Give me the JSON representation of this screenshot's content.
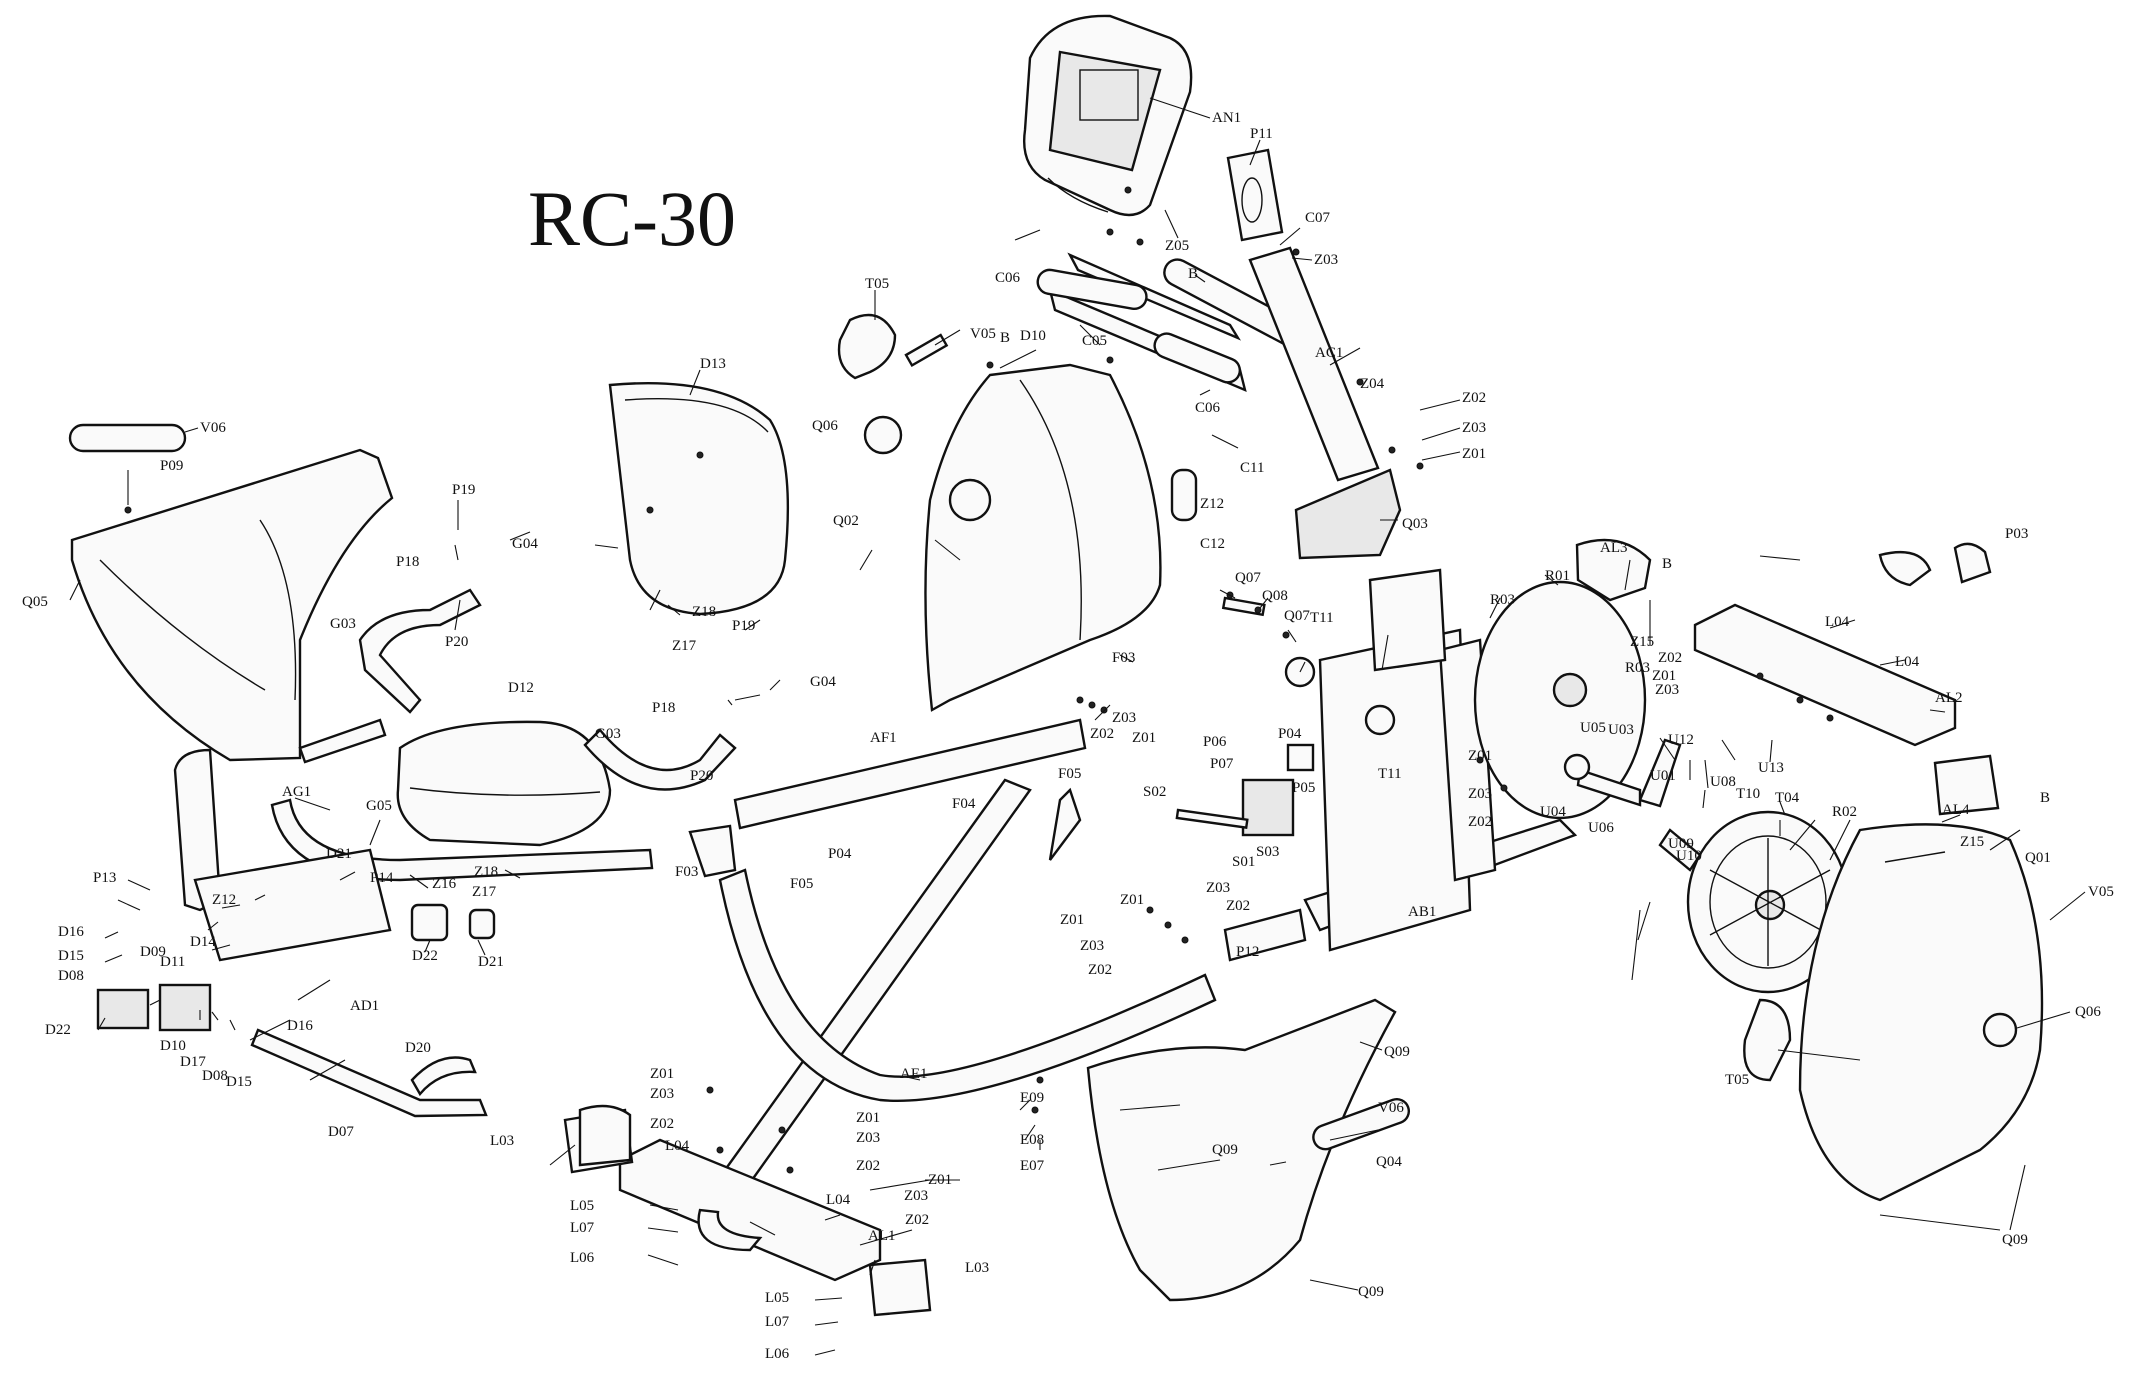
{
  "title": "RC-30",
  "callouts": {
    "AN1": "AN1",
    "P11": "P11",
    "C07": "C07",
    "Z03": "Z03",
    "Z05": "Z05",
    "C06": "C06",
    "B": "B",
    "T05": "T05",
    "V05": "V05",
    "D10": "D10",
    "C05": "C05",
    "AC1": "AC1",
    "Z04": "Z04",
    "Z02": "Z02",
    "Z01": "Z01",
    "Q03": "Q03",
    "C11": "C11",
    "Z12": "Z12",
    "C12": "C12",
    "D13": "D13",
    "V06": "V06",
    "P09": "P09",
    "Q05": "Q05",
    "P19": "P19",
    "P18": "P18",
    "G04": "G04",
    "P20": "P20",
    "Z17": "Z17",
    "Z18": "Z18",
    "G03": "G03",
    "D12": "D12",
    "Q06": "Q06",
    "Q02": "Q02",
    "F03": "F03",
    "AF1": "AF1",
    "F04": "F04",
    "F05": "F05",
    "P04": "P04",
    "Q07": "Q07",
    "Q08": "Q08",
    "T11": "T11",
    "R03": "R03",
    "R01": "R01",
    "AL3": "AL3",
    "Z15": "Z15",
    "P03": "P03",
    "L04": "L04",
    "AL2": "AL2",
    "AG1": "AG1",
    "G05": "G05",
    "D21": "D21",
    "P14": "P14",
    "Z16": "Z16",
    "P13": "P13",
    "D16": "D16",
    "D15": "D15",
    "D08": "D08",
    "D09": "D09",
    "D11": "D11",
    "D14": "D14",
    "D22": "D22",
    "AD1": "AD1",
    "D17": "D17",
    "D20": "D20",
    "D07": "D07",
    "L03": "L03",
    "L05": "L05",
    "L07": "L07",
    "L06": "L06",
    "AE1": "AE1",
    "AL1": "AL1",
    "P06": "P06",
    "P07": "P07",
    "P05": "P05",
    "S02": "S02",
    "S01": "S01",
    "S03": "S03",
    "P12": "P12",
    "AB1": "AB1",
    "E09": "E09",
    "E08": "E08",
    "E07": "E07",
    "Q09": "Q09",
    "Q04": "Q04",
    "U05": "U05",
    "U03": "U03",
    "U04": "U04",
    "U06": "U06",
    "U12": "U12",
    "U13": "U13",
    "U01": "U01",
    "U08": "U08",
    "T10": "T10",
    "U09": "U09",
    "U10": "U10",
    "T04": "T04",
    "R02": "R02",
    "AL4": "AL4",
    "Q01": "Q01"
  }
}
